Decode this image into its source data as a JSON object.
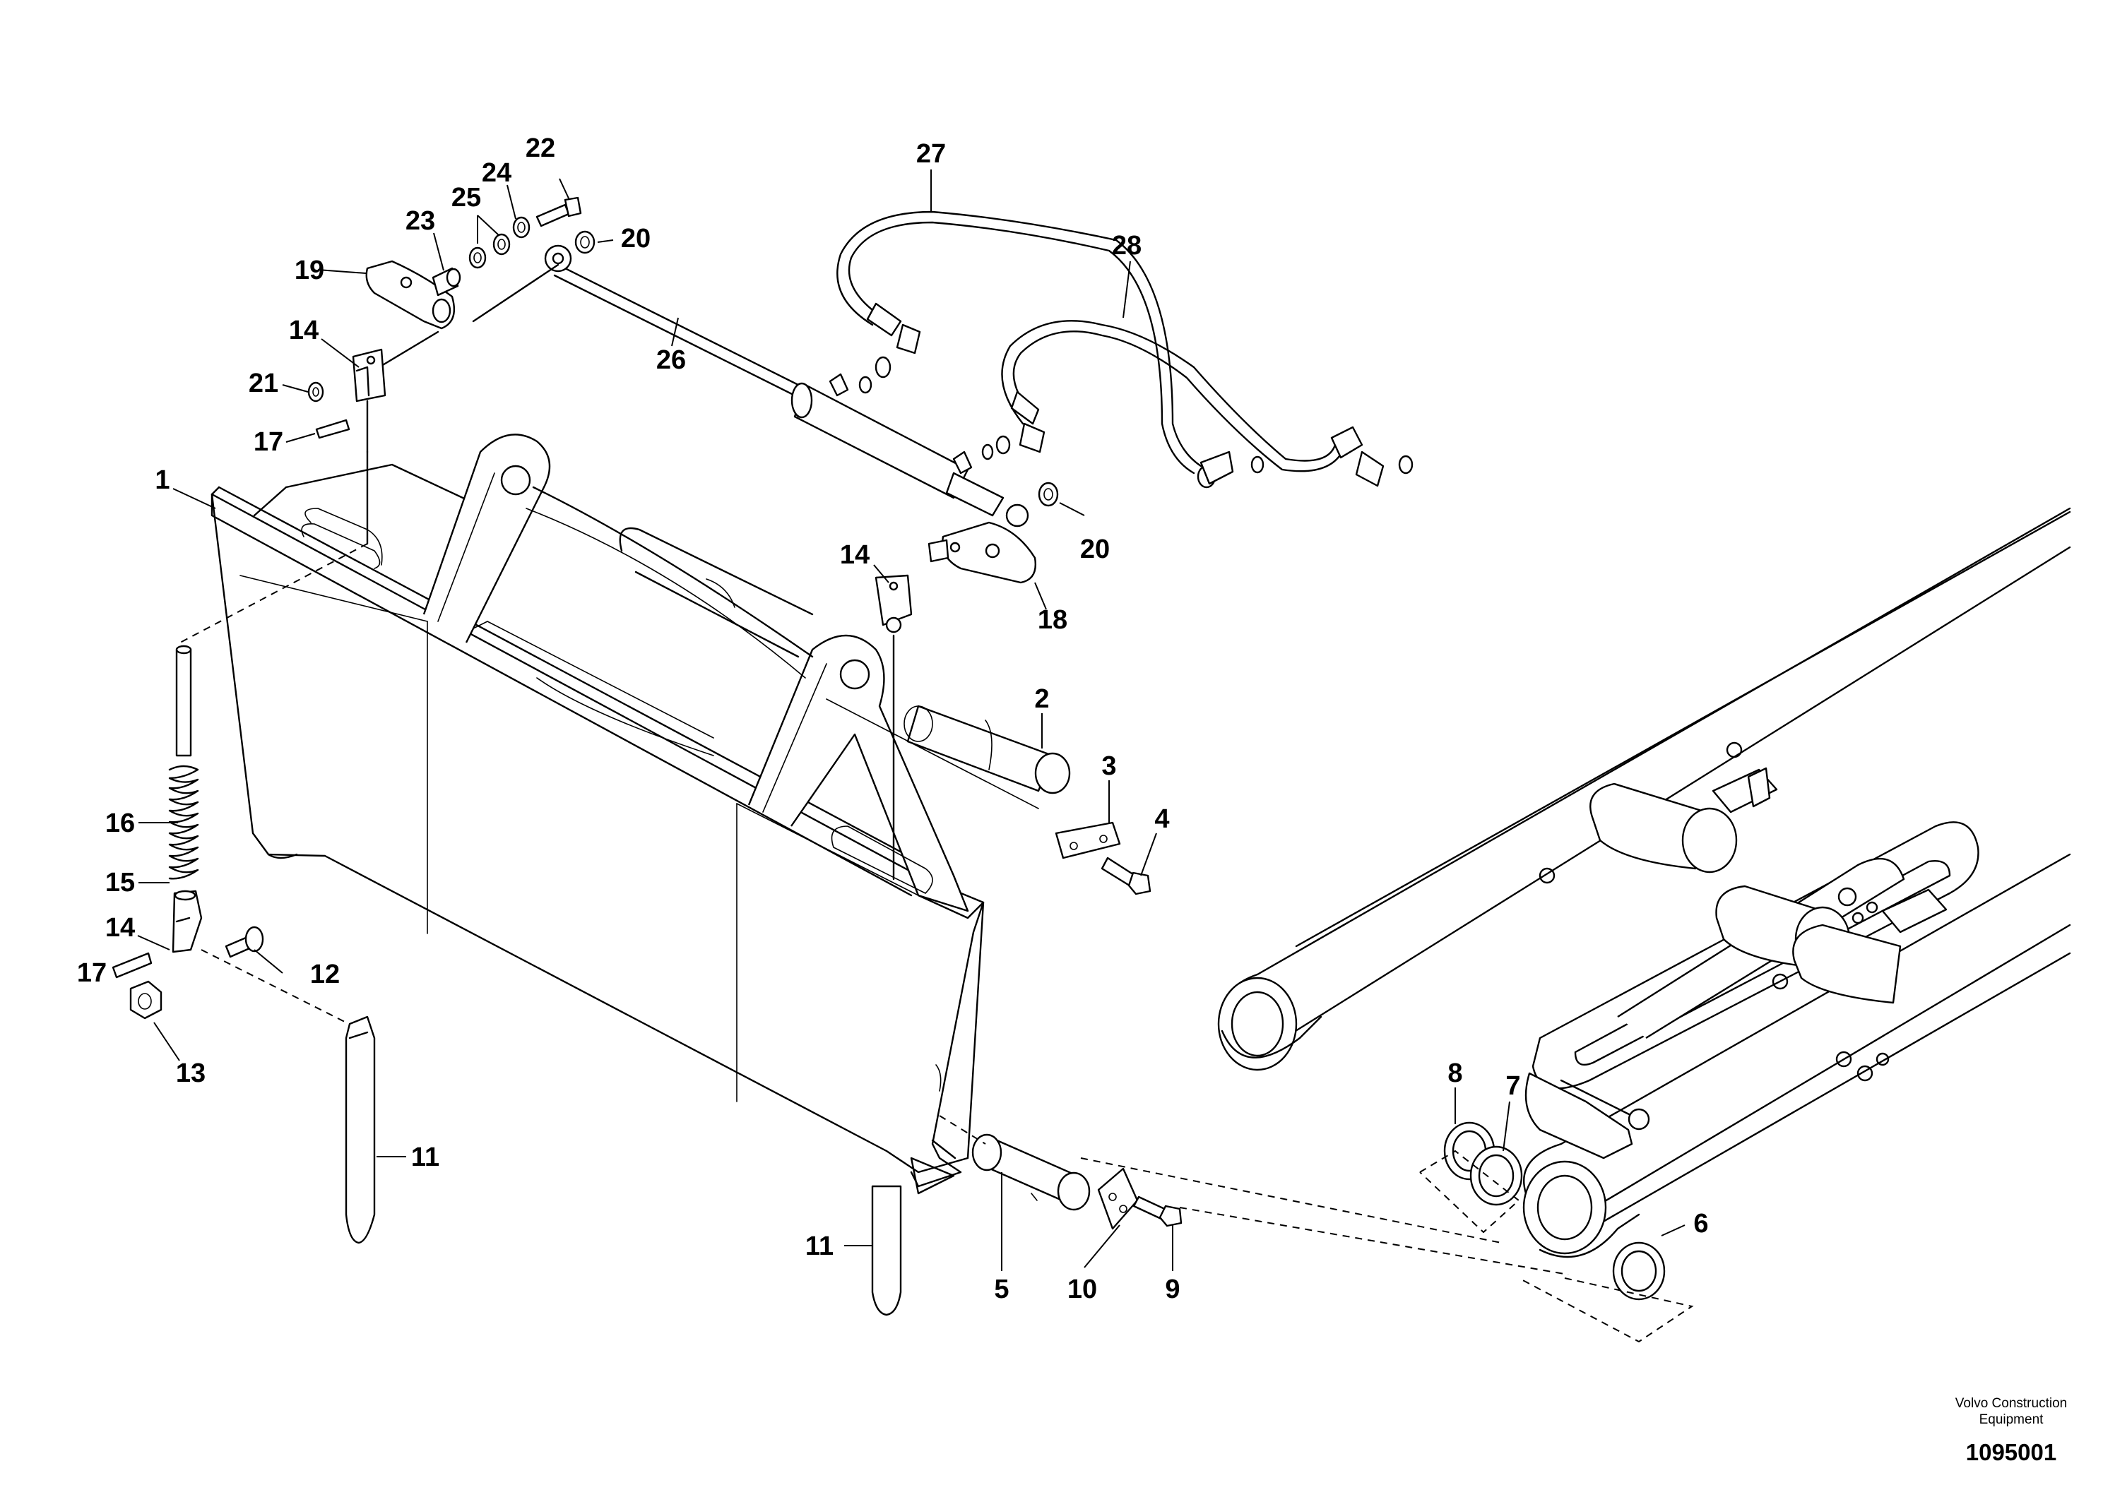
{
  "callouts": {
    "c1": "1",
    "c2": "2",
    "c3": "3",
    "c4": "4",
    "c5": "5",
    "c6": "6",
    "c7": "7",
    "c8": "8",
    "c9": "9",
    "c10": "10",
    "c11a": "11",
    "c11b": "11",
    "c12": "12",
    "c13": "13",
    "c14a": "14",
    "c14b": "14",
    "c14c": "14",
    "c15": "15",
    "c16": "16",
    "c17a": "17",
    "c17b": "17",
    "c18": "18",
    "c19": "19",
    "c20a": "20",
    "c20b": "20",
    "c21": "21",
    "c22": "22",
    "c23": "23",
    "c24": "24",
    "c25": "25",
    "c26": "26",
    "c27": "27",
    "c28": "28"
  },
  "footer": {
    "brand_line1": "Volvo Construction",
    "brand_line2": "Equipment",
    "document_number": "1095001"
  }
}
